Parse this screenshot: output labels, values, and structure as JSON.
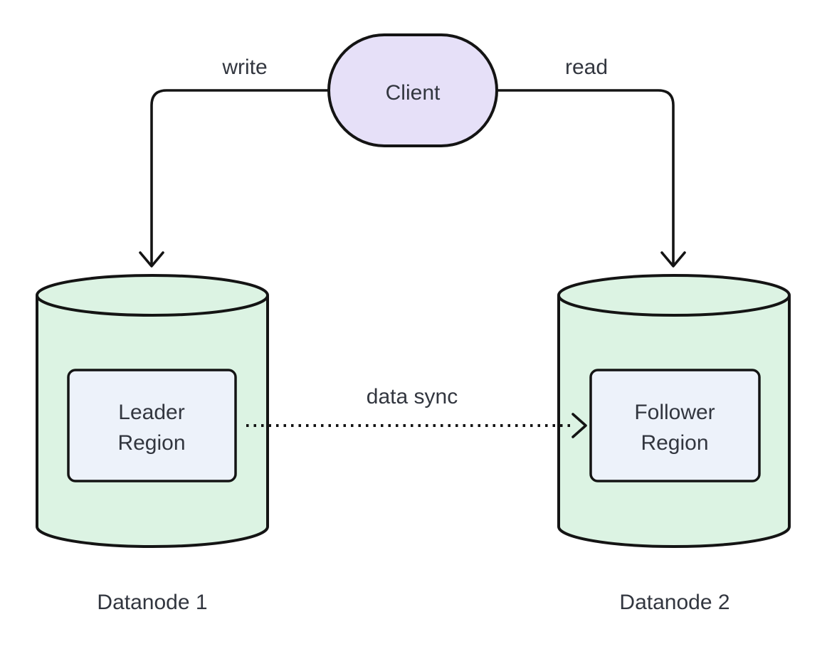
{
  "diagram": {
    "type": "architecture-flowchart",
    "background": "#ffffff",
    "colors": {
      "stroke": "#141414",
      "text": "#32363f"
    },
    "nodes": {
      "client": {
        "label": "Client",
        "shape": "stadium",
        "fill": "#e6e0f8"
      },
      "datanode1": {
        "caption": "Datanode 1",
        "shape": "cylinder",
        "fill": "#dcf3e3",
        "region": {
          "lines": [
            "Leader",
            "Region"
          ],
          "fill": "#edf2fa"
        }
      },
      "datanode2": {
        "caption": "Datanode 2",
        "shape": "cylinder",
        "fill": "#dcf3e3",
        "region": {
          "lines": [
            "Follower",
            "Region"
          ],
          "fill": "#edf2fa"
        }
      }
    },
    "edges": [
      {
        "label": "write",
        "from": "Client",
        "to": "Datanode 1",
        "style": "solid",
        "arrow": "open"
      },
      {
        "label": "read",
        "from": "Client",
        "to": "Datanode 2",
        "style": "solid",
        "arrow": "open"
      },
      {
        "label": "data sync",
        "from": "Leader Region",
        "to": "Follower Region",
        "style": "dotted",
        "arrow": "open"
      }
    ]
  }
}
